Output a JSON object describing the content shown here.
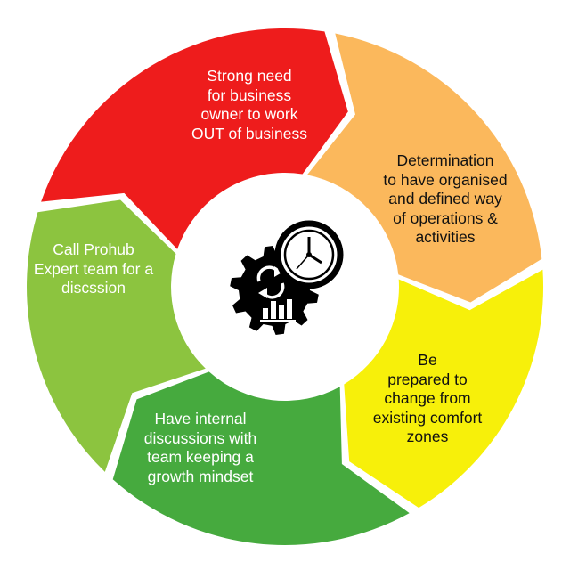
{
  "cycle": {
    "segments": [
      {
        "id": "strong-need",
        "color": "#ee1c1c",
        "text_color": "#ffffff",
        "text": "Strong need\nfor business\nowner to work\nOUT of business"
      },
      {
        "id": "determination",
        "color": "#fbb85c",
        "text_color": "#111111",
        "text": "Determination\nto have organised\nand defined way\nof operations &\nactivities"
      },
      {
        "id": "be-prepared",
        "color": "#f7f00a",
        "text_color": "#111111",
        "text": "Be\nprepared to\nchange from\nexisting comfort\nzones"
      },
      {
        "id": "internal-discussions",
        "color": "#46aa3e",
        "text_color": "#ffffff",
        "text": "Have internal\ndiscussions with\nteam keeping a\ngrowth mindset"
      },
      {
        "id": "call-prohub",
        "color": "#8cc43f",
        "text_color": "#ffffff",
        "text": "Call Prohub\nExpert team for a\ndiscssion"
      }
    ]
  },
  "center": {
    "icons": [
      "gear-icon",
      "clock-icon",
      "refresh-icon",
      "bar-chart-icon"
    ]
  }
}
